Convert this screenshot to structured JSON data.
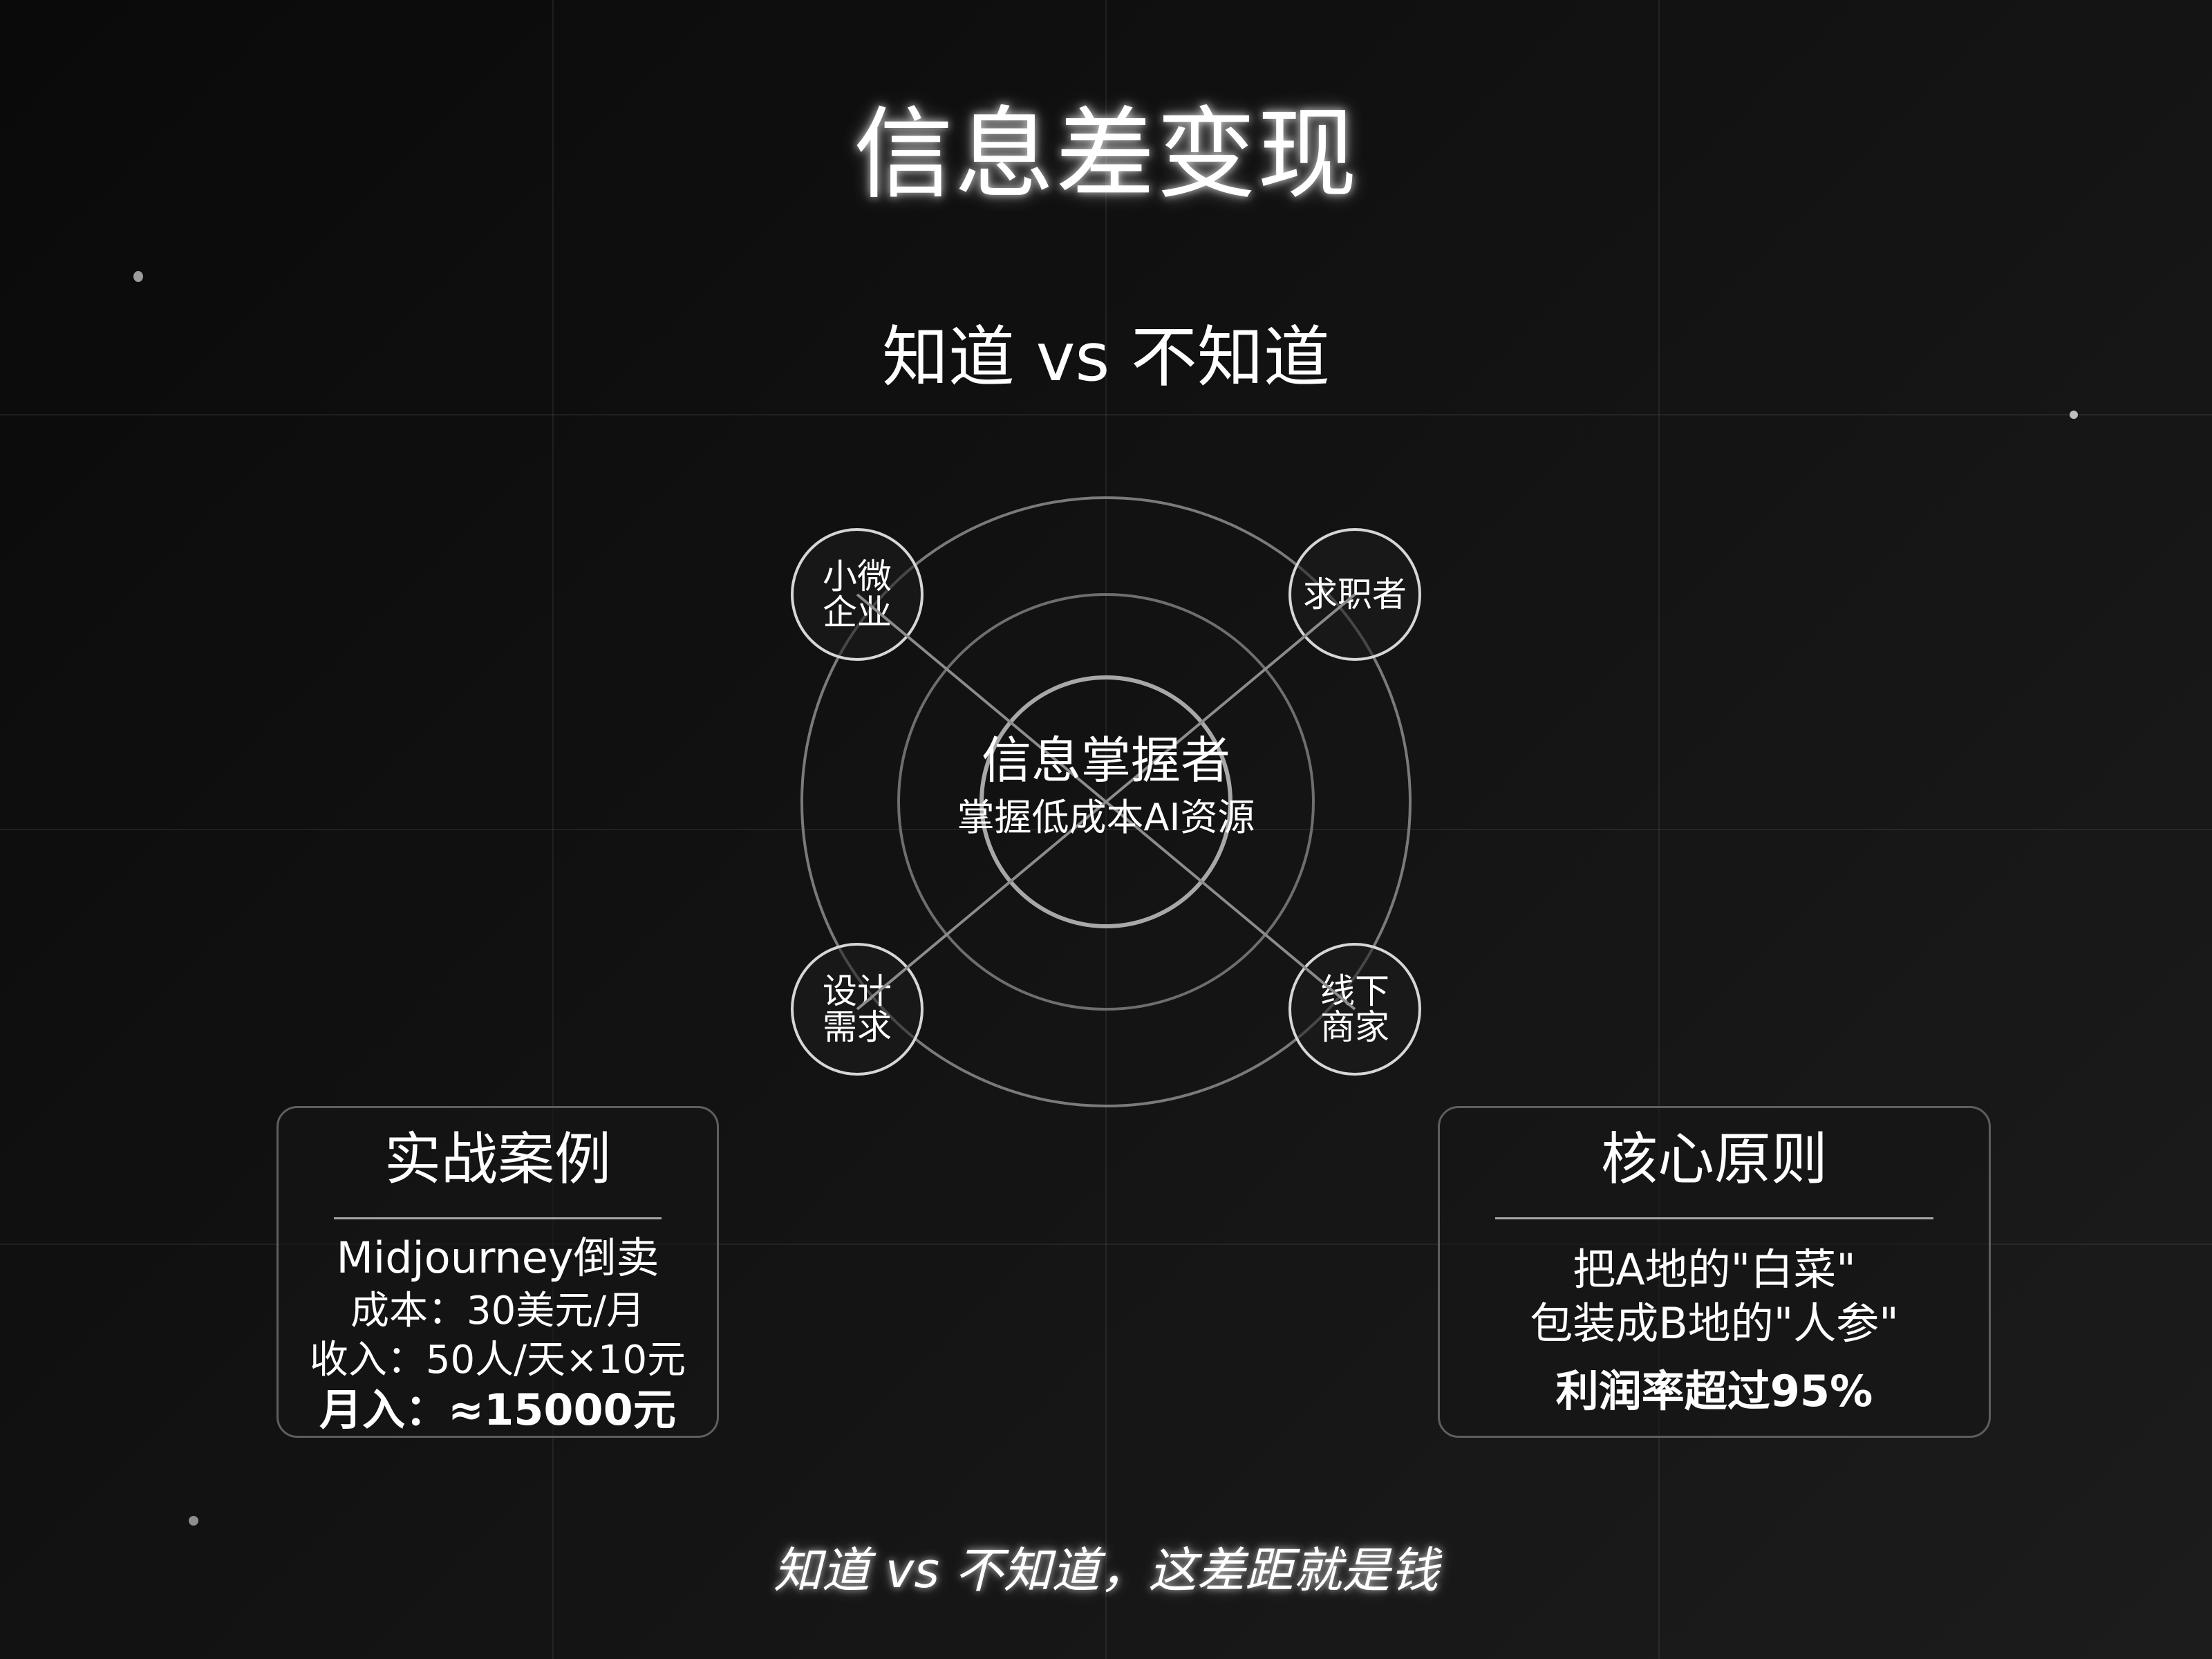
{
  "header": {
    "title": "信息差变现",
    "subtitle": "知道 vs 不知道"
  },
  "diagram": {
    "center": {
      "title": "信息掌握者",
      "subtitle": "掌握低成本AI资源"
    },
    "nodes": [
      {
        "id": "top-left",
        "line1": "小微",
        "line2": "企业"
      },
      {
        "id": "top-right",
        "line1": "求职者",
        "line2": ""
      },
      {
        "id": "bottom-left",
        "line1": "设计",
        "line2": "需求"
      },
      {
        "id": "bottom-right",
        "line1": "线下",
        "line2": "商家"
      }
    ],
    "ring_color": "#8a8a8a",
    "node_border_color": "#d6d6d6"
  },
  "cards": {
    "case": {
      "title": "实战案例",
      "lines": [
        "Midjourney倒卖",
        "成本：30美元/月",
        "收入：50人/天×10元",
        "月入：≈15000元"
      ]
    },
    "principle": {
      "title": "核心原则",
      "lines": [
        "把A地的\"白菜\"",
        "包装成B地的\"人参\"",
        "利润率超过95%"
      ]
    }
  },
  "footer": {
    "tagline": "知道 vs 不知道，这差距就是钱"
  },
  "colors": {
    "background_start": "#0a0a0a",
    "background_end": "#1c1c1c",
    "text": "#ffffff",
    "card_border": "#5e5e5e",
    "divider": "#a8a8a8"
  }
}
